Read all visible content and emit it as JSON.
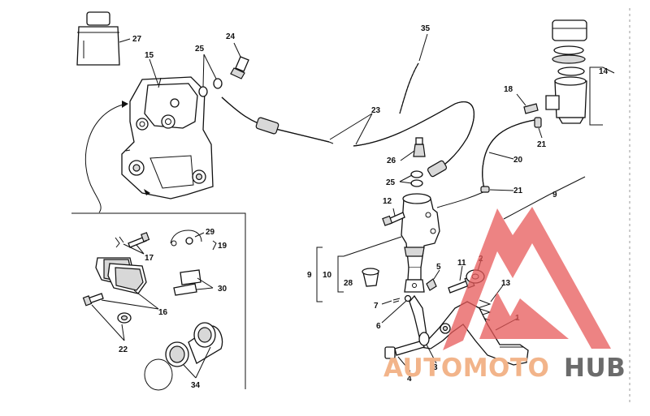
{
  "callouts": {
    "c1": "1",
    "c2": "2",
    "c3": "3",
    "c4": "4",
    "c5": "5",
    "c6": "6",
    "c7": "7",
    "c9a": "9",
    "c9b": "9",
    "c10": "10",
    "c11": "11",
    "c12": "12",
    "c13": "13",
    "c14": "14",
    "c15": "15",
    "c16": "16",
    "c17": "17",
    "c18": "18",
    "c19": "19",
    "c20": "20",
    "c21a": "21",
    "c21b": "21",
    "c22": "22",
    "c23": "23",
    "c24": "24",
    "c25a": "25",
    "c25b": "25",
    "c26": "26",
    "c27": "27",
    "c28": "28",
    "c29": "29",
    "c30": "30",
    "c34": "34",
    "c35": "35"
  },
  "watermark": {
    "word_a": "AUTOMOTO",
    "word_b": "HUB",
    "color_a": "#f2b48a",
    "color_b": "#6b6b6b",
    "logo_color": "#e85a5a"
  }
}
